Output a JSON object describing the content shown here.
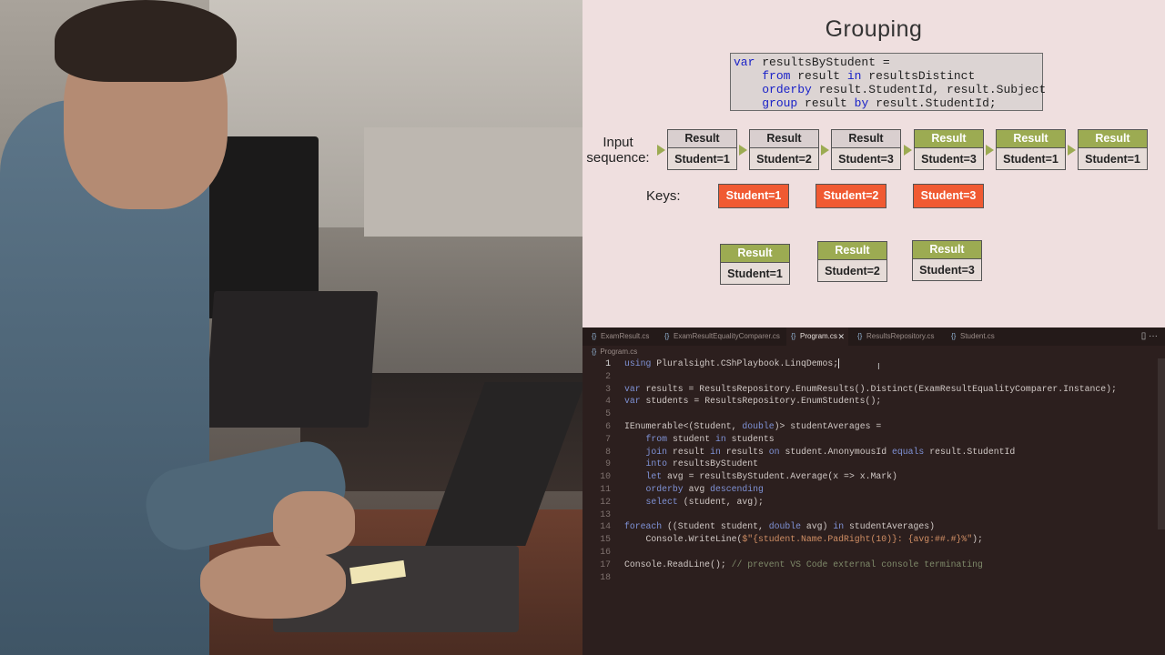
{
  "slide": {
    "title": "Grouping",
    "code_lines": [
      [
        {
          "t": "var",
          "k": true
        },
        {
          "t": " resultsByStudent ="
        }
      ],
      [
        {
          "t": "    "
        },
        {
          "t": "from",
          "k": true
        },
        {
          "t": " result "
        },
        {
          "t": "in",
          "k": true
        },
        {
          "t": " resultsDistinct"
        }
      ],
      [
        {
          "t": "    "
        },
        {
          "t": "orderby",
          "k": true
        },
        {
          "t": " result.StudentId, result.Subject"
        }
      ],
      [
        {
          "t": "    "
        },
        {
          "t": "group",
          "k": true
        },
        {
          "t": " result "
        },
        {
          "t": "by",
          "k": true
        },
        {
          "t": " result.StudentId;"
        }
      ]
    ],
    "input_label_1": "Input",
    "input_label_2": "sequence:",
    "keys_label": "Keys:",
    "input_sequence": [
      {
        "header": "Result",
        "body": "Student=1",
        "highlighted": false
      },
      {
        "header": "Result",
        "body": "Student=2",
        "highlighted": false
      },
      {
        "header": "Result",
        "body": "Student=3",
        "highlighted": false
      },
      {
        "header": "Result",
        "body": "Student=3",
        "highlighted": true
      },
      {
        "header": "Result",
        "body": "Student=1",
        "highlighted": true
      },
      {
        "header": "Result",
        "body": "Student=1",
        "highlighted": true
      }
    ],
    "keys": [
      "Student=1",
      "Student=2",
      "Student=3"
    ],
    "groups": [
      {
        "header": "Result",
        "body": "Student=1"
      },
      {
        "header": "Result",
        "body": "Student=2"
      },
      {
        "header": "Result",
        "body": "Student=3"
      }
    ],
    "colors": {
      "accent_green": "#9cab52",
      "key_orange": "#f05a32",
      "background": "#efdfdf"
    }
  },
  "editor": {
    "tabs": [
      {
        "label": "ExamResult.cs",
        "active": false
      },
      {
        "label": "ExamResultEqualityComparer.cs",
        "active": false
      },
      {
        "label": "Program.cs",
        "active": true
      },
      {
        "label": "ResultsRepository.cs",
        "active": false
      },
      {
        "label": "Student.cs",
        "active": false
      }
    ],
    "tab_icon": "csharp-file-icon",
    "close_glyph": "✕",
    "actions": "▯   ···",
    "breadcrumb": "Program.cs",
    "current_line": 1,
    "lines": [
      {
        "n": "1",
        "segs": [
          {
            "t": "using",
            "c": "k"
          },
          {
            "t": " Pluralsight.CShPlaybook.LinqDemos;"
          }
        ],
        "caret": true
      },
      {
        "n": "2",
        "segs": []
      },
      {
        "n": "3",
        "segs": [
          {
            "t": "var",
            "c": "k"
          },
          {
            "t": " results = ResultsRepository.EnumResults().Distinct(ExamResultEqualityComparer.Instance);"
          }
        ]
      },
      {
        "n": "4",
        "segs": [
          {
            "t": "var",
            "c": "k"
          },
          {
            "t": " students = ResultsRepository.EnumStudents();"
          }
        ]
      },
      {
        "n": "5",
        "segs": []
      },
      {
        "n": "6",
        "segs": [
          {
            "t": "IEnumerable<(Student, "
          },
          {
            "t": "double",
            "c": "k"
          },
          {
            "t": ")> studentAverages ="
          }
        ]
      },
      {
        "n": "7",
        "segs": [
          {
            "t": "    "
          },
          {
            "t": "from",
            "c": "k"
          },
          {
            "t": " student "
          },
          {
            "t": "in",
            "c": "k"
          },
          {
            "t": " students"
          }
        ]
      },
      {
        "n": "8",
        "segs": [
          {
            "t": "    "
          },
          {
            "t": "join",
            "c": "k"
          },
          {
            "t": " result "
          },
          {
            "t": "in",
            "c": "k"
          },
          {
            "t": " results "
          },
          {
            "t": "on",
            "c": "k"
          },
          {
            "t": " student.AnonymousId "
          },
          {
            "t": "equals",
            "c": "k"
          },
          {
            "t": " result.StudentId"
          }
        ]
      },
      {
        "n": "9",
        "segs": [
          {
            "t": "    "
          },
          {
            "t": "into",
            "c": "k"
          },
          {
            "t": " resultsByStudent"
          }
        ]
      },
      {
        "n": "10",
        "segs": [
          {
            "t": "    "
          },
          {
            "t": "let",
            "c": "k"
          },
          {
            "t": " avg = resultsByStudent.Average(x => x.Mark)"
          }
        ]
      },
      {
        "n": "11",
        "segs": [
          {
            "t": "    "
          },
          {
            "t": "orderby",
            "c": "k"
          },
          {
            "t": " avg "
          },
          {
            "t": "descending",
            "c": "k"
          }
        ]
      },
      {
        "n": "12",
        "segs": [
          {
            "t": "    "
          },
          {
            "t": "select",
            "c": "k"
          },
          {
            "t": " (student, avg);"
          }
        ]
      },
      {
        "n": "13",
        "segs": []
      },
      {
        "n": "14",
        "segs": [
          {
            "t": "foreach",
            "c": "k"
          },
          {
            "t": " ((Student student, "
          },
          {
            "t": "double",
            "c": "k"
          },
          {
            "t": " avg) "
          },
          {
            "t": "in",
            "c": "k"
          },
          {
            "t": " studentAverages)"
          }
        ]
      },
      {
        "n": "15",
        "segs": [
          {
            "t": "    Console.WriteLine("
          },
          {
            "t": "$\"{student.Name.PadRight(10)}: {avg:##.#}%\"",
            "c": "s"
          },
          {
            "t": ");"
          }
        ]
      },
      {
        "n": "16",
        "segs": []
      },
      {
        "n": "17",
        "segs": [
          {
            "t": "Console.ReadLine(); "
          },
          {
            "t": "// prevent VS Code external console terminating",
            "c": "c"
          }
        ]
      },
      {
        "n": "18",
        "segs": []
      }
    ]
  }
}
